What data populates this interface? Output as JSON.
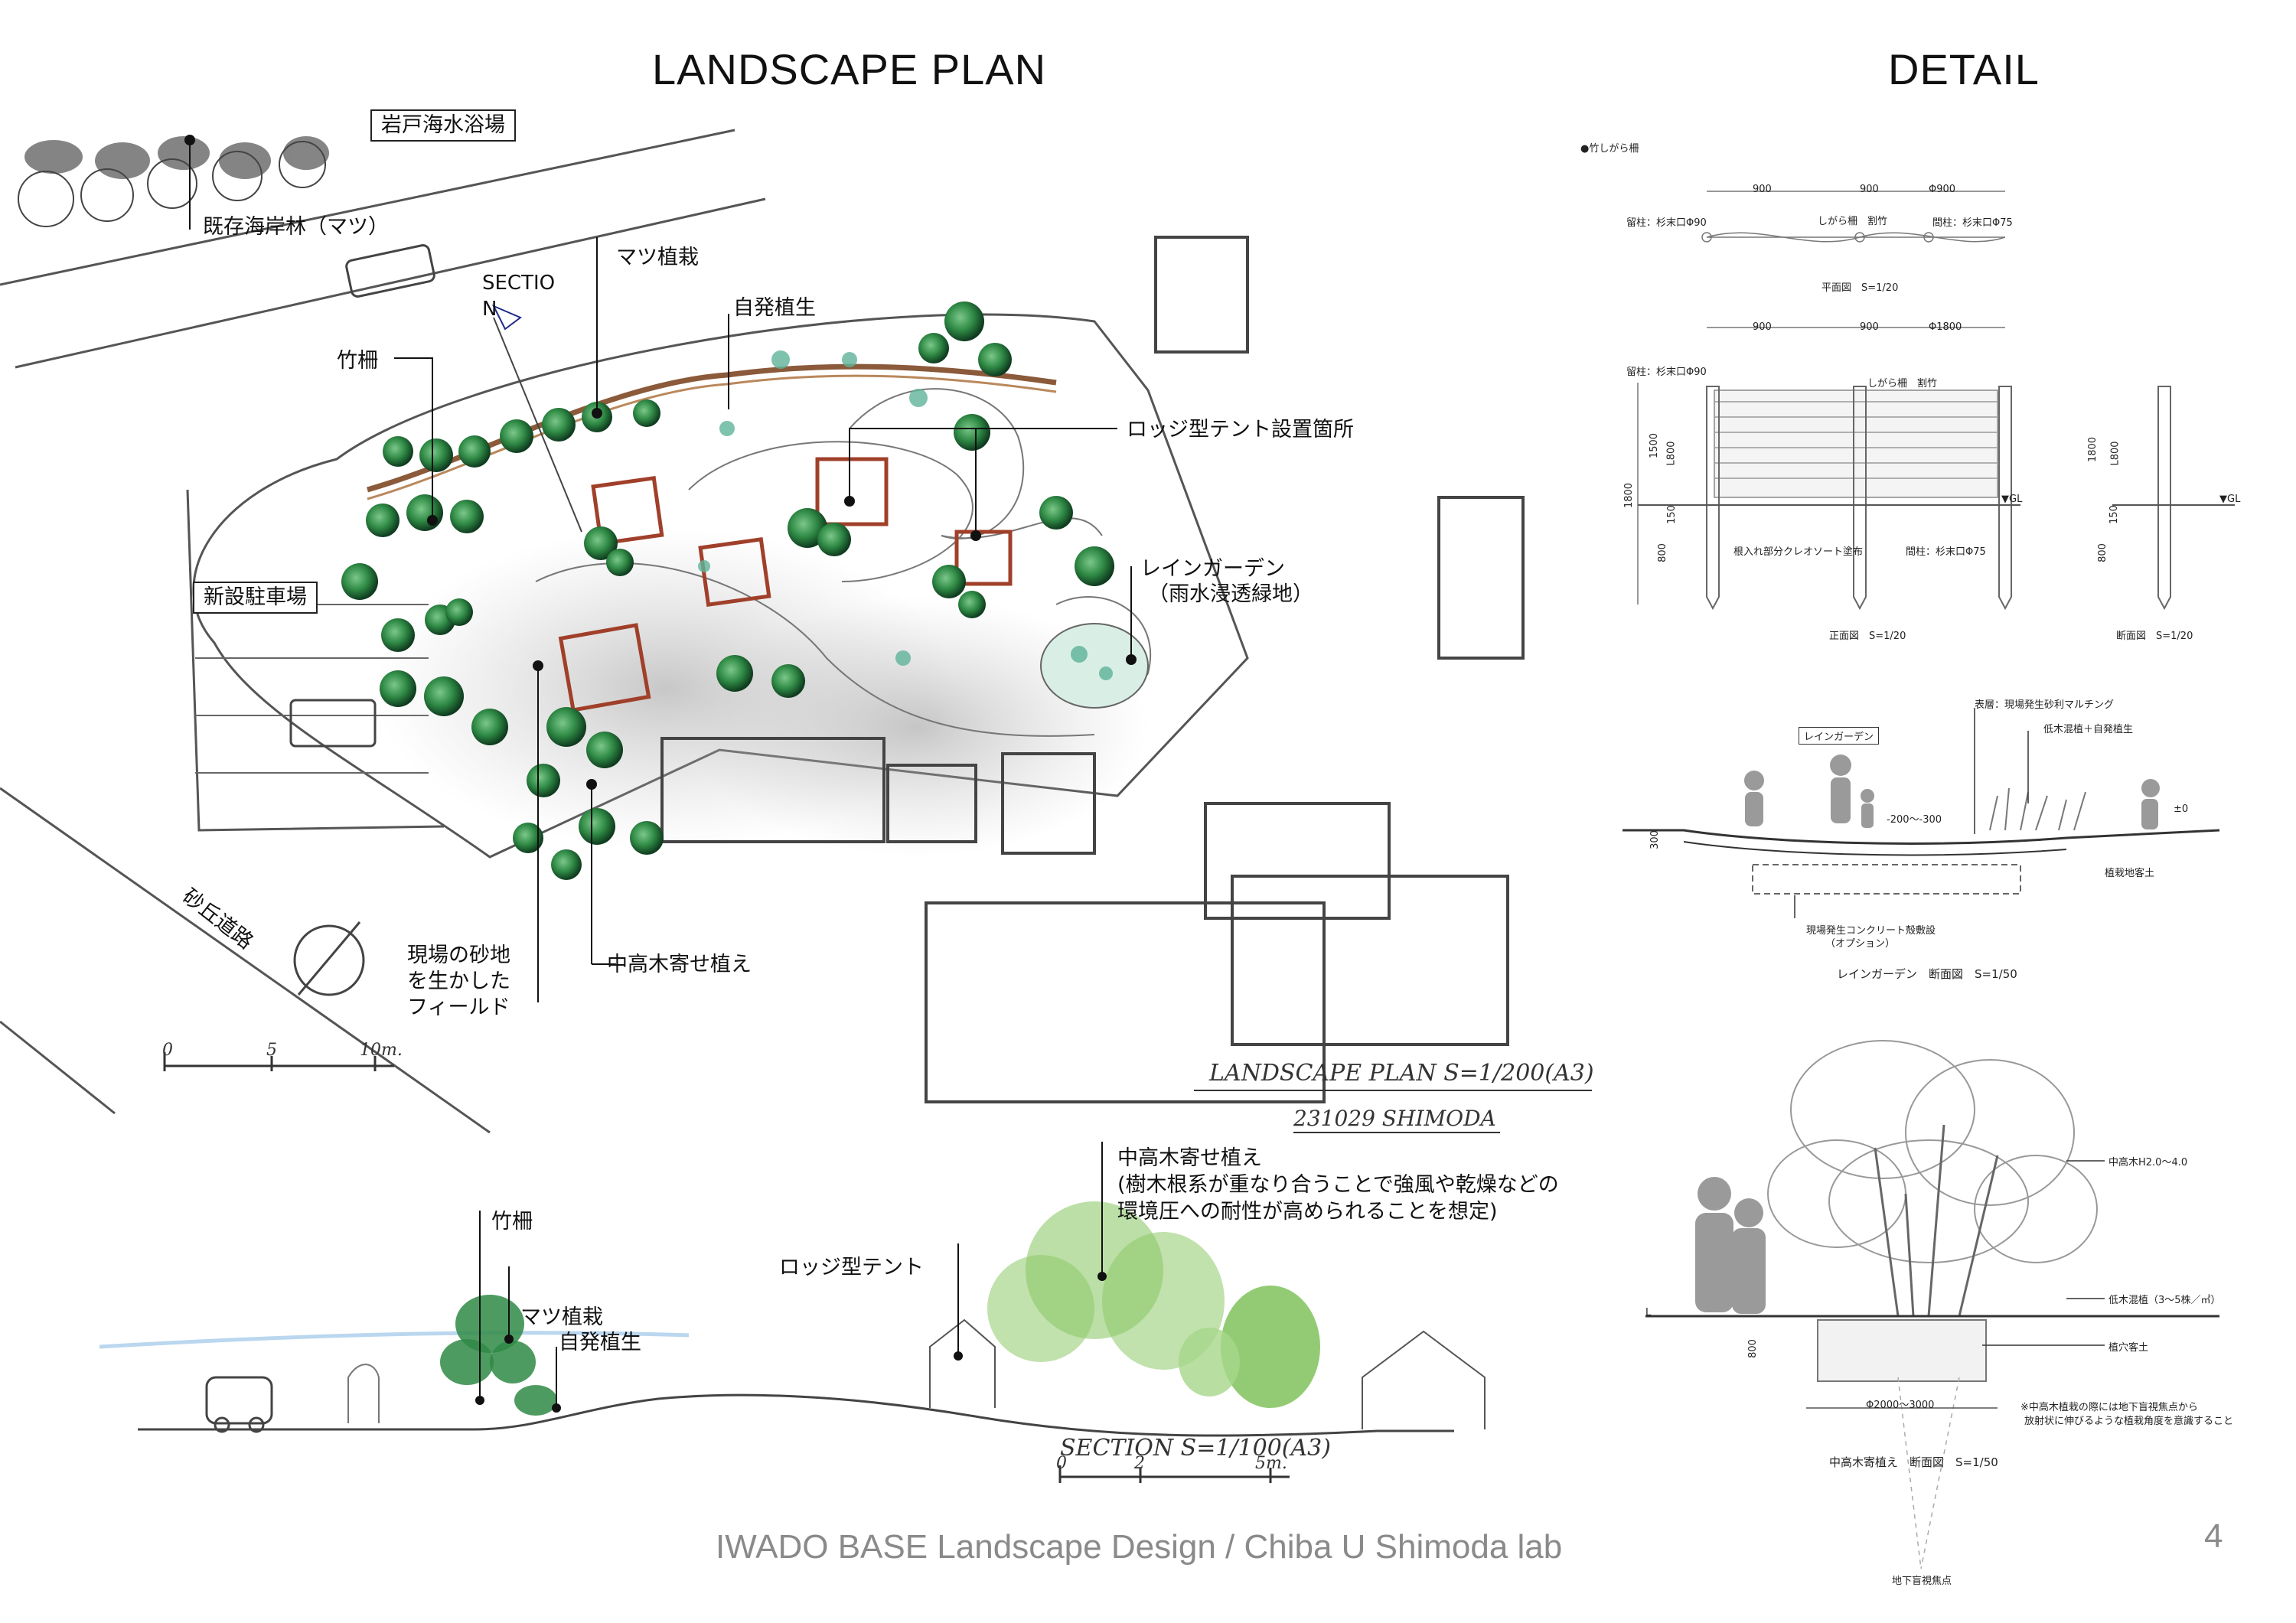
{
  "headings": {
    "plan": "LANDSCAPE PLAN",
    "detail": "DETAIL"
  },
  "plan_labels": {
    "beach": "岩戸海水浴場",
    "pine_forest": "既存海岸林（マツ）",
    "section": "SECTIO N",
    "pine_planting": "マツ植栽",
    "natural_vegetation": "自発植生",
    "bamboo_fence": "竹柵",
    "lodge_site": "ロッジ型テント設置箇所",
    "rain_garden": "レインガーデン",
    "rain_garden_sub": "（雨水浸透緑地）",
    "new_parking": "新設駐車場",
    "dune_road": "砂丘道路",
    "sand_field": [
      "現場の砂地",
      "を生かした",
      "フィールド"
    ],
    "mid_tall_planting": "中高木寄せ植え",
    "scale_marks": [
      "0",
      "5",
      "10m."
    ],
    "handwritten_title": "LANDSCAPE PLAN  S=1/200(A3)",
    "handwritten_date": "231029  SHIMODA"
  },
  "section_labels": {
    "bamboo_fence": "竹柵",
    "pine_planting": "マツ植栽",
    "natural_vegetation": "自発植生",
    "lodge_tent": "ロッジ型テント",
    "mid_tall_title": "中高木寄せ植え",
    "mid_tall_desc1": "(樹木根系が重なり合うことで強風や乾燥などの",
    "mid_tall_desc2": "環境圧への耐性が高められることを想定)",
    "handwritten_section": "SECTION  S=1/100(A3)",
    "scale_marks": [
      "0",
      "2",
      "5m."
    ]
  },
  "detail_fence": {
    "title": "●竹しがら柵",
    "dims_top": [
      "900",
      "900",
      "Φ900"
    ],
    "post_left": "留柱：杉末口Φ90",
    "fence_mid": "しがら柵　割竹",
    "post_right": "間柱：杉末口Φ75",
    "plan_caption": "平面図　S=1/20",
    "dims_front": [
      "900",
      "900",
      "Φ1800"
    ],
    "front_post_left": "留柱：杉末口Φ90",
    "front_fence": "しがら柵　割竹",
    "gl": "▼GL",
    "gl2": "▼GL",
    "embed_note": "根入れ部分クレオソート塗布",
    "front_post_right": "間柱：杉末口Φ75",
    "front_caption": "正面図　S=1/20",
    "side_caption": "断面図　S=1/20",
    "vert_dims": [
      "1800",
      "1500",
      "L800",
      "150",
      "800"
    ],
    "side_dims": [
      "1800",
      "L800",
      "150",
      "800"
    ]
  },
  "detail_raingarden": {
    "tag": "レインガーデン",
    "surface": "表層：現場発生砂利マルチング",
    "shrubs": "低木混植＋自発植生",
    "depth": "-200〜-300",
    "zero": "±0",
    "depth300": "300",
    "soil": "植栽地客土",
    "concrete": "現場発生コンクリート殻敷設",
    "option": "（オプション）",
    "caption": "レインガーデン　断面図　S=1/50"
  },
  "detail_tree": {
    "height": "中高木H2.0〜4.0",
    "shrub": "低木混植（3〜5株／㎡）",
    "pit": "植穴客土",
    "depth": "800",
    "diameter": "Φ2000〜3000",
    "note1": "※中高木植栽の際には地下盲視焦点から",
    "note2": "放射状に伸びるような植栽角度を意識すること",
    "caption": "中高木寄植え　断面図　S=1/50",
    "focus": "地下盲視焦点",
    "ground": "L"
  },
  "footer": "IWADO BASE Landscape Design / Chiba U Shimoda lab",
  "page_number": "4",
  "colors": {
    "tree_green": "#2f8a45",
    "tent_red": "#a0402a",
    "pencil": "#555555",
    "footer_gray": "#8a8a8a"
  }
}
